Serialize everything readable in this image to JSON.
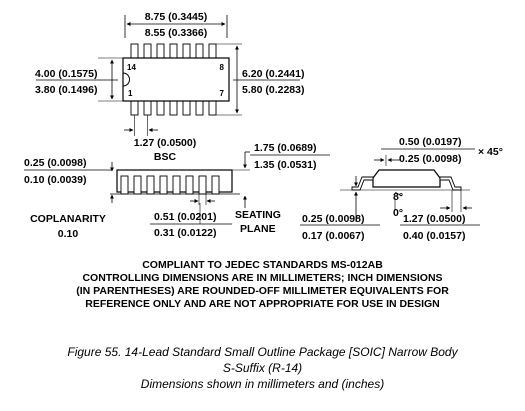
{
  "top_view": {
    "length_max": "8.75 (0.3445)",
    "length_min": "8.55 (0.3366)",
    "body_width_max": "4.00 (0.1575)",
    "body_width_min": "3.80 (0.1496)",
    "overall_width_max": "6.20 (0.2441)",
    "overall_width_min": "5.80 (0.2283)",
    "pin_14": "14",
    "pin_8": "8",
    "pin_1": "1",
    "pin_7": "7",
    "pitch": "1.27 (0.0500)",
    "pitch_note": "BSC"
  },
  "side_view": {
    "standoff_max": "0.25 (0.0098)",
    "standoff_min": "0.10 (0.0039)",
    "height_max": "1.75 (0.0689)",
    "height_min": "1.35 (0.0531)",
    "lead_width_max": "0.51 (0.0201)",
    "lead_width_min": "0.31 (0.0122)",
    "coplanarity_label": "COPLANARITY",
    "coplanarity_value": "0.10",
    "seating_label_1": "SEATING",
    "seating_label_2": "PLANE"
  },
  "end_view": {
    "chamfer_max": "0.50 (0.0197)",
    "chamfer_min": "0.25 (0.0098)",
    "chamfer_angle": "× 45°",
    "angle_max": "8°",
    "angle_min": "0°",
    "thickness_max": "0.25 (0.0098)",
    "thickness_min": "0.17 (0.0067)",
    "foot_max": "1.27 (0.0500)",
    "foot_min": "0.40 (0.0157)"
  },
  "notes": [
    "COMPLIANT TO JEDEC STANDARDS MS-012AB",
    "CONTROLLING DIMENSIONS ARE IN MILLIMETERS; INCH DIMENSIONS",
    "(IN PARENTHESES) ARE ROUNDED-OFF MILLIMETER EQUIVALENTS FOR",
    "REFERENCE ONLY AND ARE NOT APPROPRIATE FOR USE IN DESIGN"
  ],
  "caption": {
    "line1": "Figure 55. 14-Lead Standard Small Outline Package [SOIC] Narrow Body",
    "line2": "S-Suffix (R-14)",
    "line3": "Dimensions shown in millimeters and (inches)"
  }
}
